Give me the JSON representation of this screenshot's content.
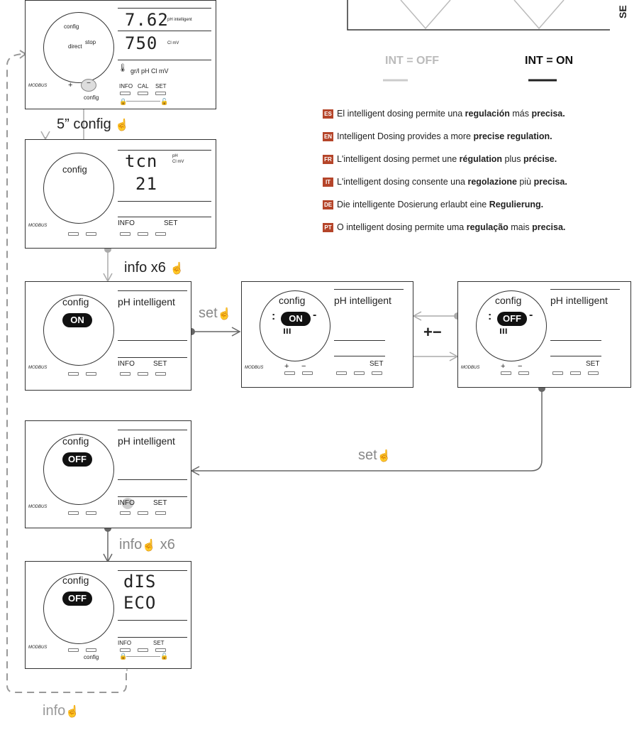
{
  "labels": {
    "config": "config",
    "stop": "stop",
    "direct": "direct",
    "modbus": "MODBUS",
    "plus": "+",
    "minus": "−",
    "info": "INFO",
    "cal": "CAL",
    "set": "SET",
    "ph_intelligent": "pH intelligent",
    "ph": "pH",
    "cl_mv": "Cl mV",
    "units_row": "gr/l  pH  Cl mV",
    "on": "ON",
    "off": "OFF"
  },
  "readouts": {
    "p1_top": "7.62",
    "p1_bottom": "750",
    "p2_top": "tcn",
    "p2_bottom": "21",
    "p6_top": "dIS",
    "p6_bottom": "ECO"
  },
  "steps": {
    "s1": "5” config",
    "s2": "info x6",
    "set": "set",
    "plusminus": "+−",
    "s_info_x6": "info",
    "x6": "x6",
    "info_loop": "info"
  },
  "int_labels": {
    "off": "INT = OFF",
    "on": "INT = ON"
  },
  "side_text": "SE",
  "languages": [
    {
      "code": "ES",
      "parts": [
        "El intelligent dosing permite una ",
        "regulación",
        " más ",
        "precisa."
      ]
    },
    {
      "code": "EN",
      "parts": [
        "Intelligent Dosing provides a more ",
        "precise regulation.",
        "",
        ""
      ]
    },
    {
      "code": "FR",
      "parts": [
        "L'intelligent dosing permet une ",
        "régulation",
        " plus ",
        "précise."
      ]
    },
    {
      "code": "IT",
      "parts": [
        "L'intelligent dosing consente una ",
        "regolazione",
        " più ",
        "precisa."
      ]
    },
    {
      "code": "DE",
      "parts": [
        "Die intelligente Dosierung erlaubt eine ",
        "Regulierung.",
        "",
        ""
      ]
    },
    {
      "code": "PT",
      "parts": [
        "O intelligent dosing permite uma ",
        "regulação",
        " mais ",
        "precisa."
      ]
    }
  ],
  "colors": {
    "accent_gray": "#aaaaaa",
    "dark_gray": "#666666",
    "flag": "#b5452a"
  },
  "icons": [
    "hand-pointer-icon",
    "thermometer-icon",
    "lock-icon",
    "unlock-icon"
  ]
}
